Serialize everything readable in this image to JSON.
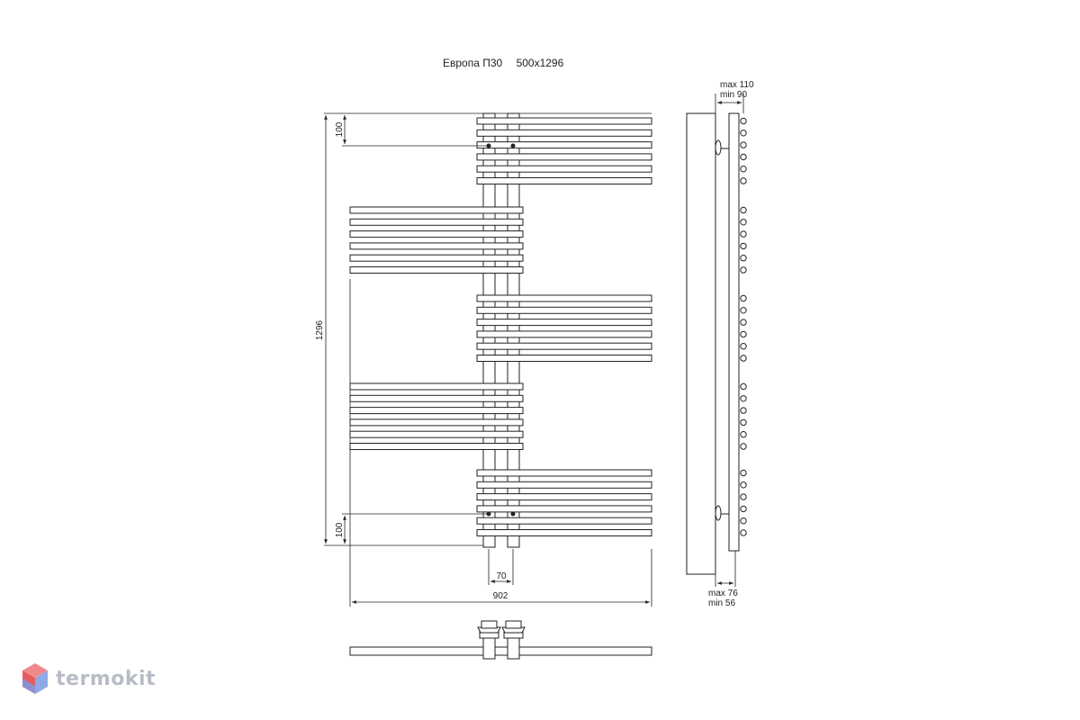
{
  "title": {
    "model": "Европа П30",
    "size": "500x1296"
  },
  "dimensions": {
    "top_offset": "100",
    "bottom_offset": "100",
    "height": "1296",
    "center_distance": "70",
    "width": "902",
    "depth_top_max": "max 110",
    "depth_top_min": "min 90",
    "depth_bottom_max": "max 76",
    "depth_bottom_min": "min 56"
  },
  "brand": {
    "name": "termokit",
    "color_top": "#f08a8a",
    "color_bottom": "#8fa9e6"
  }
}
